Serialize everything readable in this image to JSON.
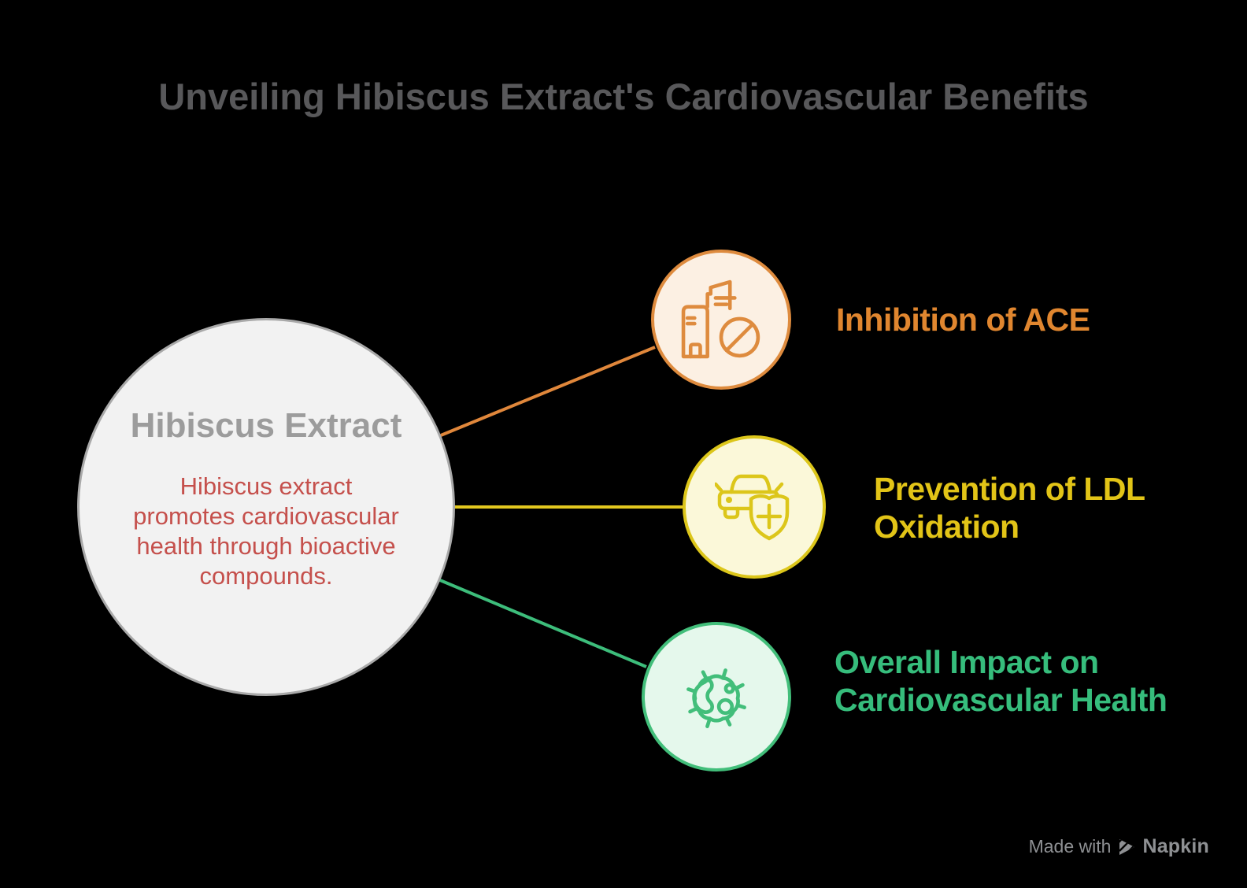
{
  "page": {
    "background": "#000000"
  },
  "title": {
    "text": "Unveiling Hibiscus Extract's Cardiovascular Benefits",
    "color": "#58585A"
  },
  "center_node": {
    "heading": "Hibiscus Extract",
    "description": "Hibiscus extract promotes cardiovascular health through bioactive compounds.",
    "fill": "#F2F2F2",
    "border_color": "#A9A9A9",
    "heading_color": "#9C9C9C",
    "description_color": "#C5504C"
  },
  "branches": [
    {
      "label": "Inhibition of ACE",
      "icon": "building-prohibited-icon",
      "accent": "#E0862F",
      "circle_fill": "#FCF0E3",
      "circle_border": "#DE8B3E",
      "line_color": "#E0873B"
    },
    {
      "label": "Prevention of LDL Oxidation",
      "icon": "car-shield-plus-icon",
      "accent": "#E2C417",
      "circle_fill": "#FBF8D9",
      "circle_border": "#DCC61A",
      "line_color": "#E3C81F"
    },
    {
      "label": "Overall Impact on Cardiovascular Health",
      "icon": "immune-cell-icon",
      "accent": "#36BD7C",
      "circle_fill": "#E5F8EC",
      "circle_border": "#42BE7A",
      "line_color": "#3DBD7B"
    }
  ],
  "footer": {
    "made_with": "Made with",
    "brand": "Napkin",
    "color": "#8E9093"
  }
}
